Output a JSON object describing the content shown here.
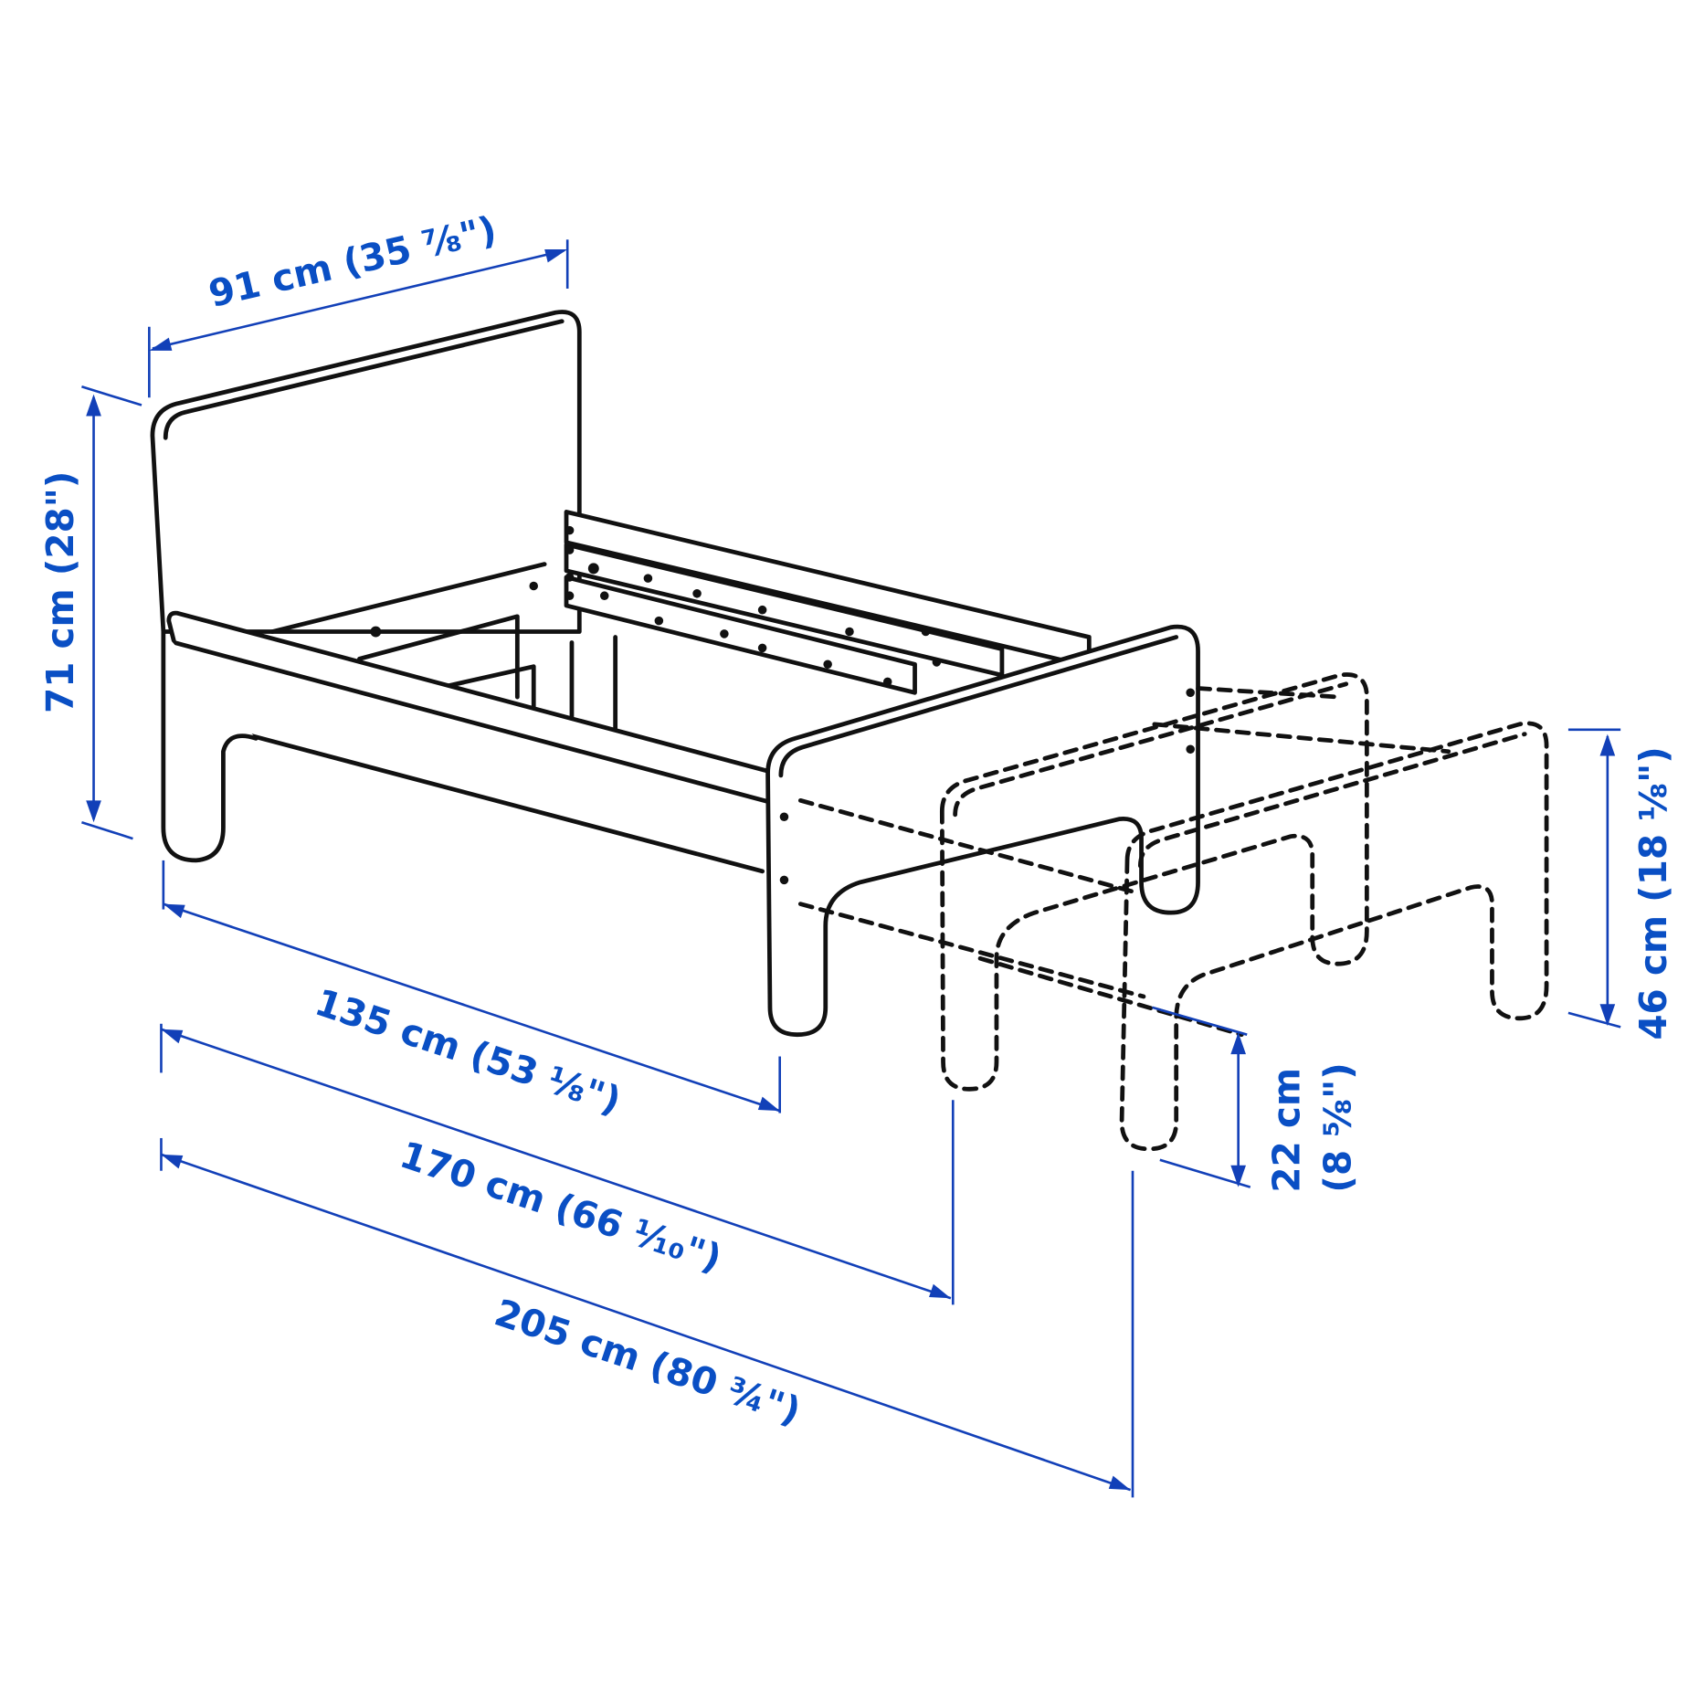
{
  "diagram": {
    "subject": "Extendable bed frame with slatted base",
    "accent_color": "#0a4fc4",
    "line_color": "#111111",
    "dimensions": {
      "width": {
        "label": "91 cm (35 ⅞\")"
      },
      "headboard_height": {
        "label": "71 cm (28\")"
      },
      "length_min": {
        "label": "135 cm (53 ⅛\")"
      },
      "length_mid": {
        "label": "170 cm (66 ¹⁄₁₀\")"
      },
      "length_max": {
        "label": "205 cm (80 ¾\")"
      },
      "footboard_height": {
        "label": "46 cm (18 ⅛\")"
      },
      "clearance_cm": {
        "label": "22 cm"
      },
      "clearance_in": {
        "label": "(8 ⅝\")"
      }
    }
  }
}
